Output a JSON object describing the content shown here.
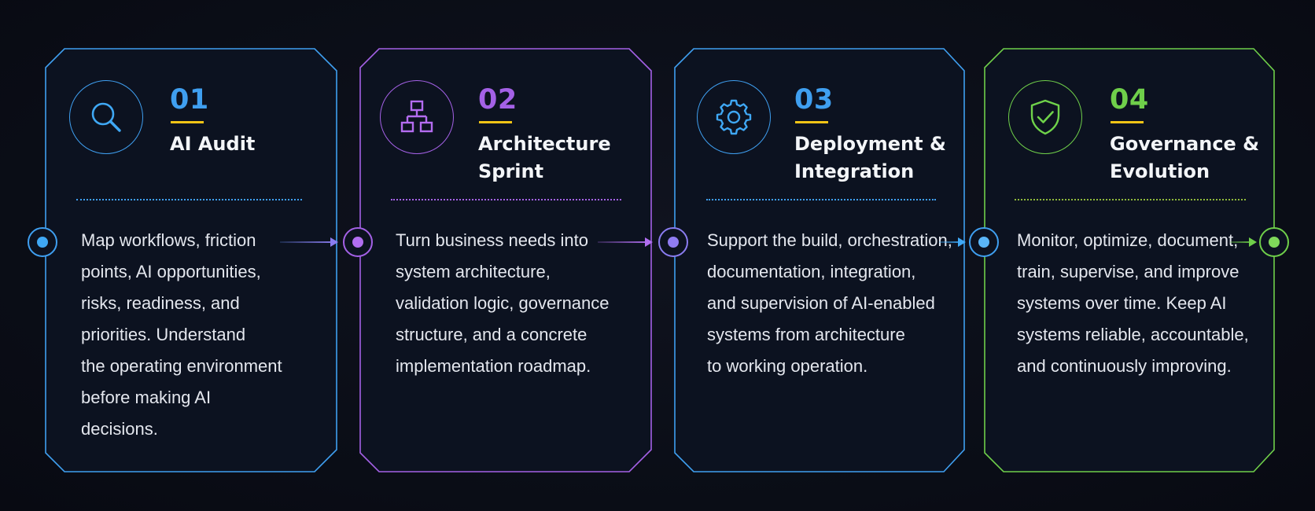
{
  "colors": {
    "background": "#0b0e17",
    "step1_accent": "#3f9ff0",
    "step2_accent": "#a461e6",
    "step3_accent": "#3f9ff0",
    "step4_accent": "#6fcf4a",
    "number_underline": "#f2c416"
  },
  "steps": [
    {
      "number": "01",
      "icon": "magnifier-icon",
      "title_lines": [
        "AI Audit"
      ],
      "body_lines": [
        "Map workflows, friction",
        "points, AI opportunities,",
        "risks, readiness, and",
        "priorities. Understand",
        "the operating environment",
        "before making AI",
        "decisions."
      ]
    },
    {
      "number": "02",
      "icon": "hierarchy-icon",
      "title_lines": [
        "Architecture",
        "Sprint"
      ],
      "body_lines": [
        "Turn business needs into",
        "system architecture,",
        "validation logic, governance",
        "structure, and a concrete",
        "implementation roadmap."
      ]
    },
    {
      "number": "03",
      "icon": "gear-icon",
      "title_lines": [
        "Deployment &",
        "Integration"
      ],
      "body_lines": [
        "Support the build, orchestration,",
        "documentation, integration,",
        "and supervision of AI-enabled",
        "systems from architecture",
        "to working operation."
      ]
    },
    {
      "number": "04",
      "icon": "shield-check-icon",
      "title_lines": [
        "Governance &",
        "Evolution"
      ],
      "body_lines": [
        "Monitor, optimize, document,",
        "train, supervise, and improve",
        "systems over time. Keep AI",
        "systems reliable, accountable,",
        "and continuously improving."
      ]
    }
  ]
}
